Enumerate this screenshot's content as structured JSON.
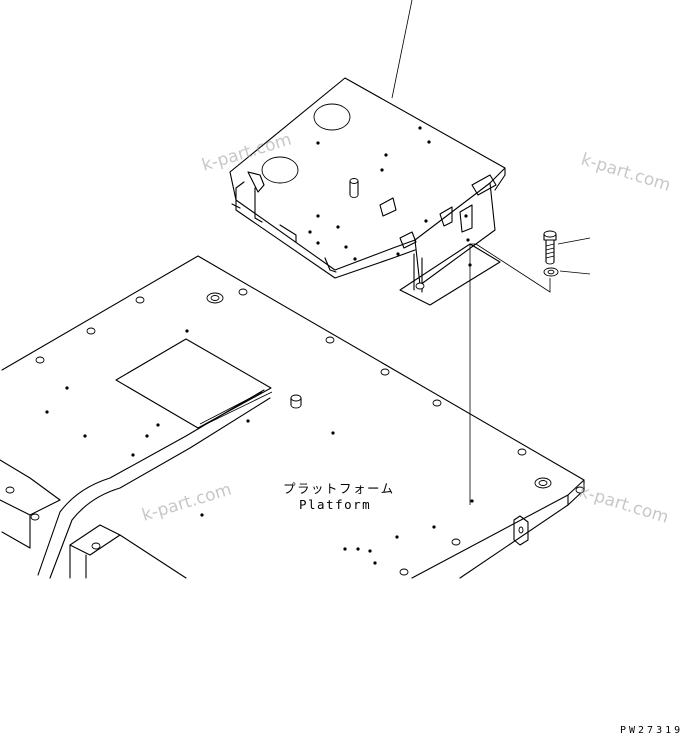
{
  "labels": {
    "platform_jp": "プラットフォーム",
    "platform_en": "Platform",
    "drawing_code": "PW27319"
  },
  "watermarks": [
    "k-part.com",
    "k-part.com",
    "k-part.com",
    "k-part.com"
  ]
}
